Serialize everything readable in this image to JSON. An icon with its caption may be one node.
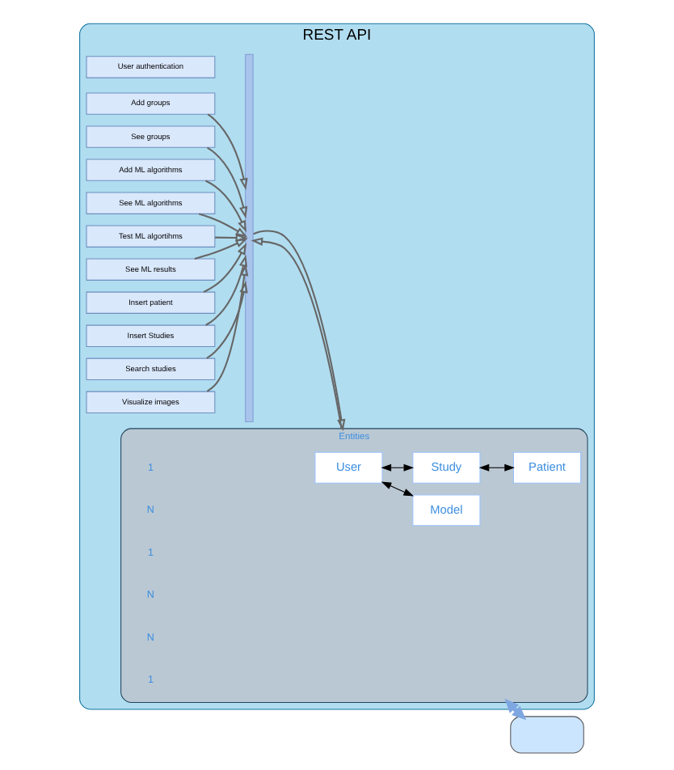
{
  "diagram": {
    "nodes": [
      {
        "text": [
          "REST API"
        ]
      },
      {
        "text": [
          "User authentication"
        ],
        "in": 0
      },
      {
        "text": [
          "Add groups"
        ],
        "in": 0
      },
      {
        "text": [
          "See groups"
        ],
        "in": 0
      },
      {
        "text": [
          "Add ML algorithms"
        ],
        "in": 0
      },
      {
        "text": [
          "See ML algorithms"
        ],
        "in": 0
      },
      {
        "text": [
          "Test ML algortihms"
        ],
        "in": 0
      },
      {
        "text": [
          "See ML results"
        ],
        "in": 0
      },
      {
        "text": [
          "Insert patient"
        ],
        "in": 0
      },
      {
        "text": [
          "Insert Studies"
        ],
        "in": 0
      },
      {
        "text": [
          "Search studies"
        ],
        "in": 0
      },
      {
        "text": [
          "Visualize images"
        ],
        "in": 0
      },
      {
        "text": [],
        "shape": "bar",
        "in": 0
      },
      {
        "text": [
          "Entities"
        ],
        "in": 0
      },
      {
        "text": [
          "User"
        ],
        "in": 13
      },
      {
        "text": [
          "Model"
        ],
        "in": 13
      },
      {
        "text": [
          "Study"
        ],
        "in": 13
      },
      {
        "text": [
          "Patient"
        ],
        "in": 13
      },
      {
        "text": [],
        "shape": "box"
      }
    ],
    "edges": [
      {
        "from": 2,
        "to": 12,
        "arrow": "to"
      },
      {
        "from": 3,
        "to": 12,
        "arrow": "to"
      },
      {
        "from": 4,
        "to": 12,
        "arrow": "to"
      },
      {
        "from": 5,
        "to": 12,
        "arrow": "to"
      },
      {
        "from": 6,
        "to": 12,
        "arrow": "to"
      },
      {
        "from": 7,
        "to": 12,
        "arrow": "to"
      },
      {
        "from": 8,
        "to": 12,
        "arrow": "to"
      },
      {
        "from": 9,
        "to": 12,
        "arrow": "to"
      },
      {
        "from": 10,
        "to": 12,
        "arrow": "to"
      },
      {
        "from": 11,
        "to": 12,
        "arrow": "to"
      },
      {
        "from": 13,
        "to": 12,
        "arrow": "to"
      },
      {
        "from": 12,
        "to": 13,
        "arrow": "to"
      },
      {
        "from": 14,
        "to": 15,
        "arrow": "both",
        "color": "#000000"
      },
      {
        "from": 14,
        "to": 16,
        "arrow": "both",
        "color": "#000000"
      },
      {
        "from": 16,
        "to": 17,
        "arrow": "both",
        "color": "#000000"
      },
      {
        "from": 13,
        "to": 18,
        "arrow": "both",
        "style": "thick",
        "color": "#7ea6e0"
      }
    ],
    "labels": [
      "1",
      "N",
      "1",
      "N",
      "N",
      "1"
    ]
  }
}
